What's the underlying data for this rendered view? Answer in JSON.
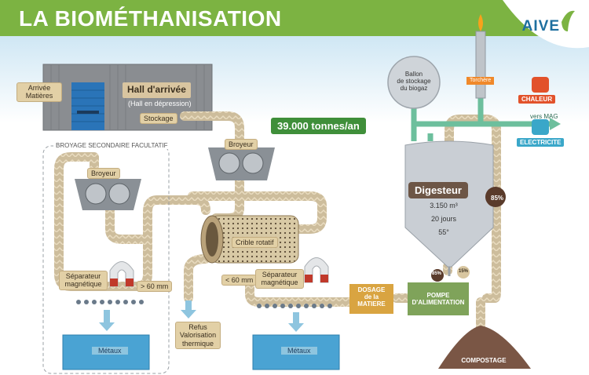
{
  "header": {
    "title": "LA BIOMÉTHANISATION",
    "brand": "AIVE"
  },
  "colors": {
    "header_green": "#7cb342",
    "pipe": "#cdbd9c",
    "green_pipe": "#6dbf9d",
    "brown": "#6d5646"
  },
  "labels": {
    "arrivee_matieres": "Arrivée\nMatières",
    "hall": "Hall d'arrivée",
    "hall_sub": "(Hall en dépression)",
    "stockage": "Stockage",
    "tonnes": "39.000 tonnes/an",
    "broyage": "BROYAGE SECONDAIRE FACULTATIF",
    "broyeur_left": "Broyeur",
    "broyeur_top": "Broyeur",
    "separateur_left": "Séparateur\nmagnétique",
    "separateur_right": "Séparateur\nmagnétique",
    "gt60": "> 60 mm",
    "lt60": "< 60 mm",
    "crible": "Crible rotatif",
    "metaux_left": "Métaux",
    "metaux_right": "Métaux",
    "refus": "Refus\nValorisation\nthermique",
    "dosage": "DOSAGE\nde la\nMATIERE",
    "pompe": "POMPE\nD'ALIMENTATION",
    "compostage": "COMPOSTAGE",
    "ballon": "Ballon\nde stockage\ndu biogaz",
    "torchere": "Torchère",
    "chaleur": "CHALEUR",
    "vers_mag": "vers MAG",
    "electricite": "ELECTRICITE",
    "digesteur": "Digesteur",
    "volume": "3.150 m³",
    "jours": "20 jours",
    "temp": "55°",
    "pct85_top": "85%",
    "pct85_pump": "85%",
    "pct15": "15%"
  }
}
